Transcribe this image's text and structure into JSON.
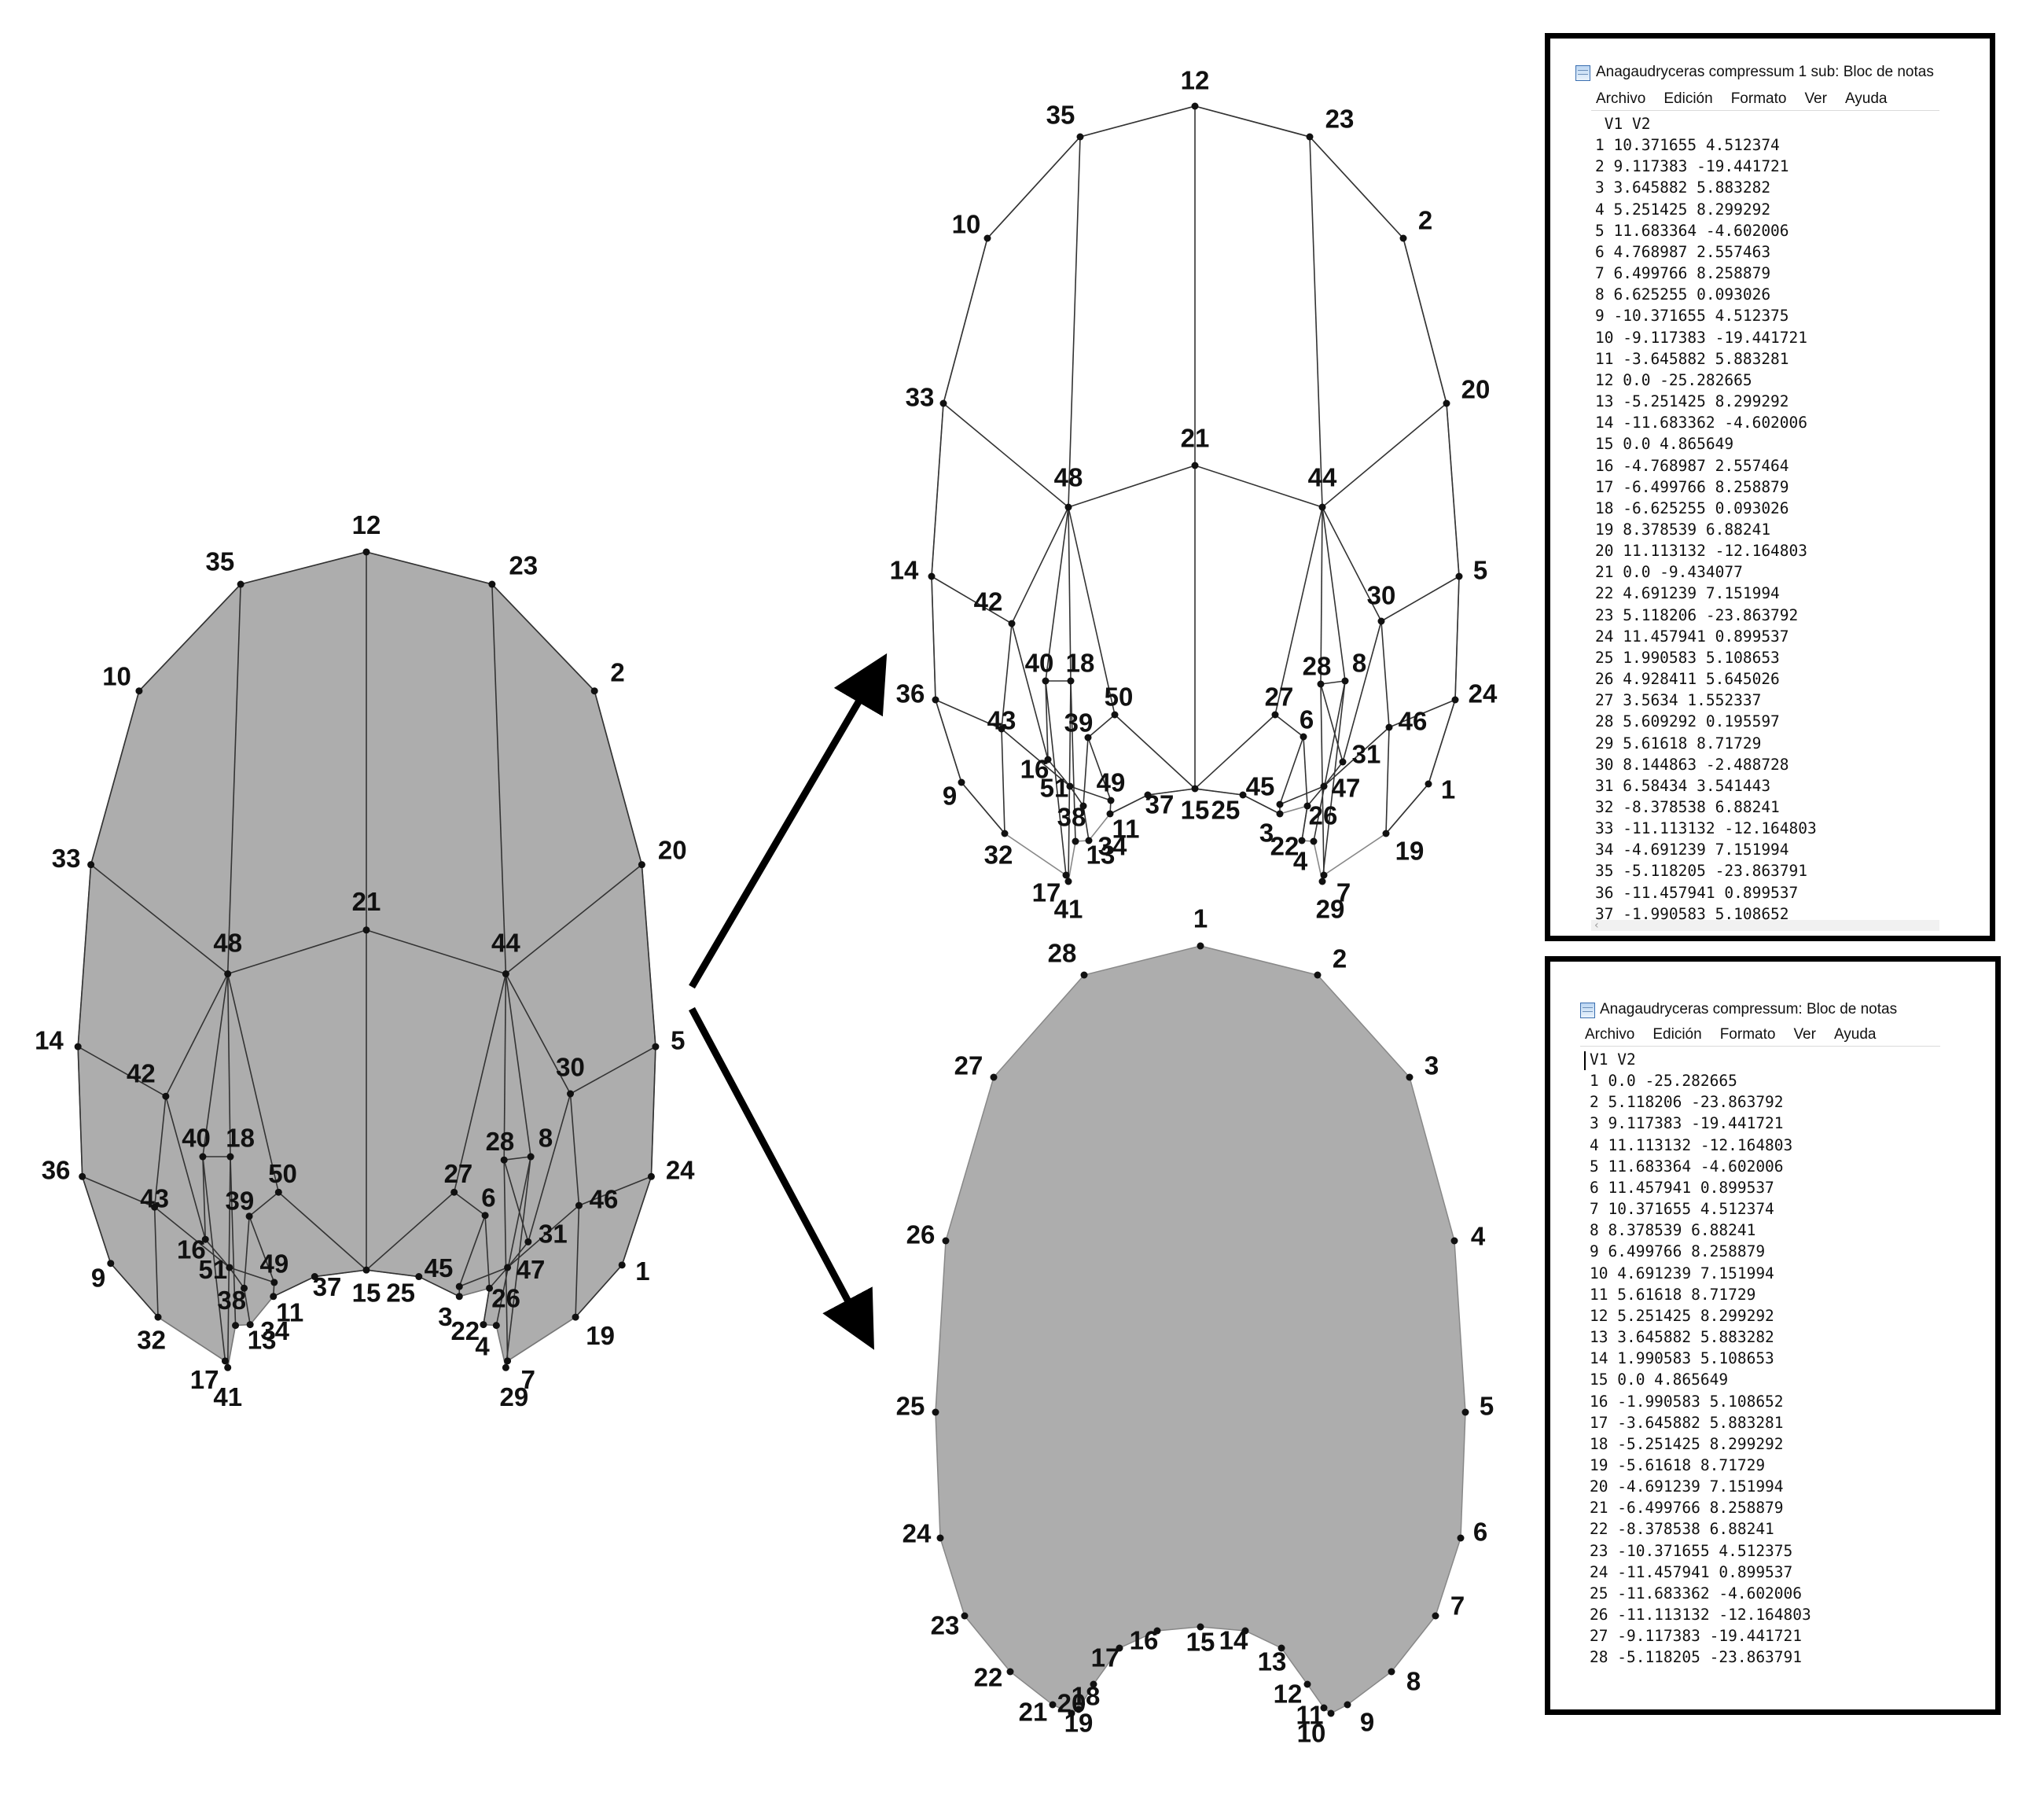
{
  "diagrams": {
    "left_labels": [
      "1",
      "2",
      "3",
      "4",
      "5",
      "6",
      "7",
      "8",
      "9",
      "10",
      "11",
      "12",
      "13",
      "14",
      "15",
      "16",
      "17",
      "18",
      "19",
      "20",
      "21",
      "22",
      "23",
      "24",
      "25",
      "26",
      "27",
      "28",
      "29",
      "30",
      "31",
      "32",
      "33",
      "34",
      "35",
      "36",
      "37",
      "38",
      "39",
      "40",
      "41",
      "42",
      "43",
      "44",
      "45",
      "46",
      "47",
      "48",
      "49",
      "50",
      "51"
    ],
    "top_labels": [
      "1",
      "2",
      "3",
      "4",
      "5",
      "6",
      "7",
      "8",
      "9",
      "10",
      "11",
      "12",
      "13",
      "14",
      "15",
      "16",
      "17",
      "18",
      "19",
      "20",
      "21",
      "22",
      "23",
      "24",
      "25",
      "26",
      "27",
      "28",
      "29",
      "30",
      "31",
      "32",
      "33",
      "34",
      "35",
      "36",
      "37",
      "38",
      "39",
      "40",
      "41",
      "42",
      "43",
      "44",
      "45",
      "46",
      "47",
      "48",
      "49",
      "50",
      "51"
    ],
    "bottom_labels": [
      "1",
      "2",
      "3",
      "4",
      "5",
      "6",
      "7",
      "8",
      "9",
      "10",
      "11",
      "12",
      "13",
      "14",
      "15",
      "16",
      "17",
      "18",
      "19",
      "20",
      "21",
      "22",
      "23",
      "24",
      "25",
      "26",
      "27",
      "28"
    ],
    "fill_color": "#adadad",
    "line_color": "#333333"
  },
  "notepad1": {
    "title": "Anagaudryceras compressum 1 sub: Bloc de notas",
    "menu": [
      "Archivo",
      "Edición",
      "Formato",
      "Ver",
      "Ayuda"
    ],
    "header": " V1 V2",
    "lines": [
      "1 10.371655 4.512374",
      "2 9.117383 -19.441721",
      "3 3.645882 5.883282",
      "4 5.251425 8.299292",
      "5 11.683364 -4.602006",
      "6 4.768987 2.557463",
      "7 6.499766 8.258879",
      "8 6.625255 0.093026",
      "9 -10.371655 4.512375",
      "10 -9.117383 -19.441721",
      "11 -3.645882 5.883281",
      "12 0.0 -25.282665",
      "13 -5.251425 8.299292",
      "14 -11.683362 -4.602006",
      "15 0.0 4.865649",
      "16 -4.768987 2.557464",
      "17 -6.499766 8.258879",
      "18 -6.625255 0.093026",
      "19 8.378539 6.88241",
      "20 11.113132 -12.164803",
      "21 0.0 -9.434077",
      "22 4.691239 7.151994",
      "23 5.118206 -23.863792",
      "24 11.457941 0.899537",
      "25 1.990583 5.108653",
      "26 4.928411 5.645026",
      "27 3.5634 1.552337",
      "28 5.609292 0.195597",
      "29 5.61618 8.71729",
      "30 8.144863 -2.488728",
      "31 6.58434 3.541443",
      "32 -8.378538 6.88241",
      "33 -11.113132 -12.164803",
      "34 -4.691239 7.151994",
      "35 -5.118205 -23.863791",
      "36 -11.457941 0.899537",
      "37 -1.990583 5.108652"
    ]
  },
  "notepad2": {
    "title": "Anagaudryceras compressum: Bloc de notas",
    "menu": [
      "Archivo",
      "Edición",
      "Formato",
      "Ver",
      "Ayuda"
    ],
    "header": "V1 V2",
    "lines": [
      "1 0.0 -25.282665",
      "2 5.118206 -23.863792",
      "3 9.117383 -19.441721",
      "4 11.113132 -12.164803",
      "5 11.683364 -4.602006",
      "6 11.457941 0.899537",
      "7 10.371655 4.512374",
      "8 8.378539 6.88241",
      "9 6.499766 8.258879",
      "10 4.691239 7.151994",
      "11 5.61618 8.71729",
      "12 5.251425 8.299292",
      "13 3.645882 5.883282",
      "14 1.990583 5.108653",
      "15 0.0 4.865649",
      "16 -1.990583 5.108652",
      "17 -3.645882 5.883281",
      "18 -5.251425 8.299292",
      "19 -5.61618 8.71729",
      "20 -4.691239 7.151994",
      "21 -6.499766 8.258879",
      "22 -8.378538 6.88241",
      "23 -10.371655 4.512375",
      "24 -11.457941 0.899537",
      "25 -11.683362 -4.602006",
      "26 -11.113132 -12.164803",
      "27 -9.117383 -19.441721",
      "28 -5.118205 -23.863791"
    ]
  }
}
